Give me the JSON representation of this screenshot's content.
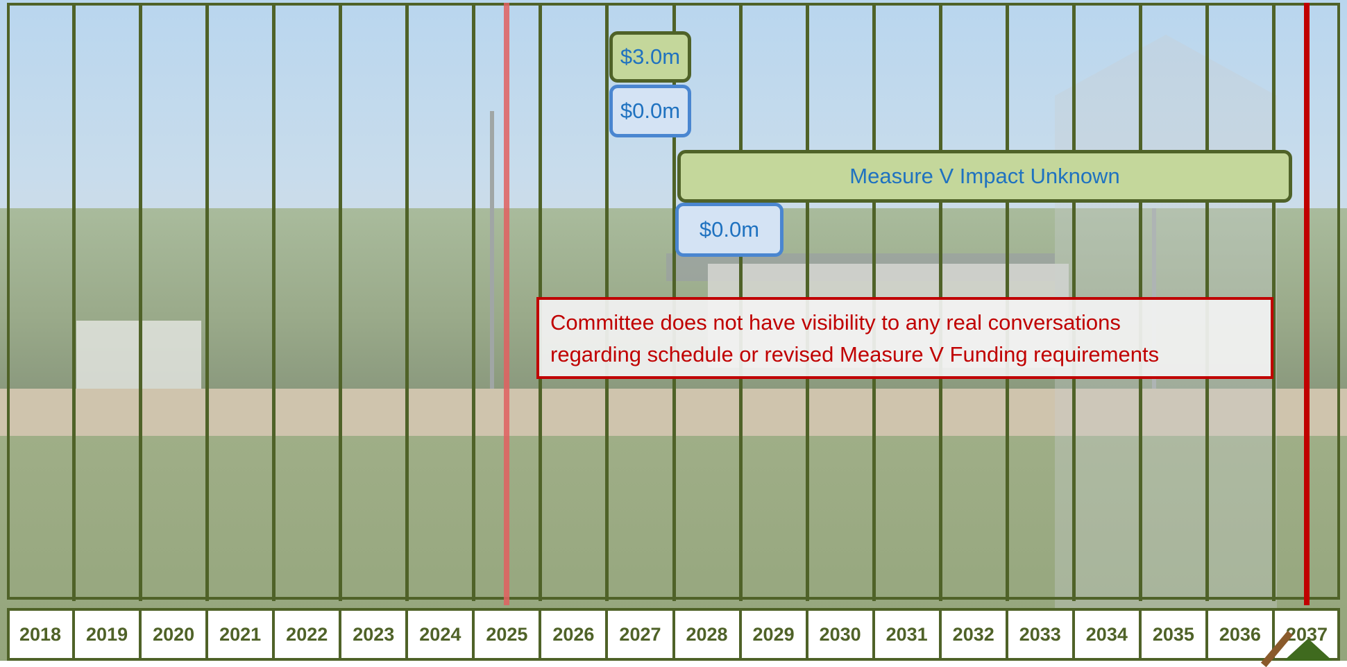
{
  "years": [
    "2018",
    "2019",
    "2020",
    "2021",
    "2022",
    "2023",
    "2024",
    "2025",
    "2026",
    "2027",
    "2028",
    "2029",
    "2030",
    "2031",
    "2032",
    "2033",
    "2034",
    "2035",
    "2036",
    "2037"
  ],
  "boxes": {
    "amount_top": "$3.0m",
    "amount_mid": "$0.0m",
    "measure_v": "Measure V Impact Unknown",
    "amount_low": "$0.0m"
  },
  "note": {
    "line1": "Committee does not have visibility to any real conversations",
    "line2": "regarding schedule or revised Measure V Funding requirements"
  },
  "colors": {
    "grid": "#4f6228",
    "marker_2025": "#e06060",
    "marker_2037": "#c00000",
    "box_green": "#c4d79b",
    "box_blue": "#d4e3f4",
    "text_blue": "#1f72c0",
    "note_red": "#c00000"
  }
}
